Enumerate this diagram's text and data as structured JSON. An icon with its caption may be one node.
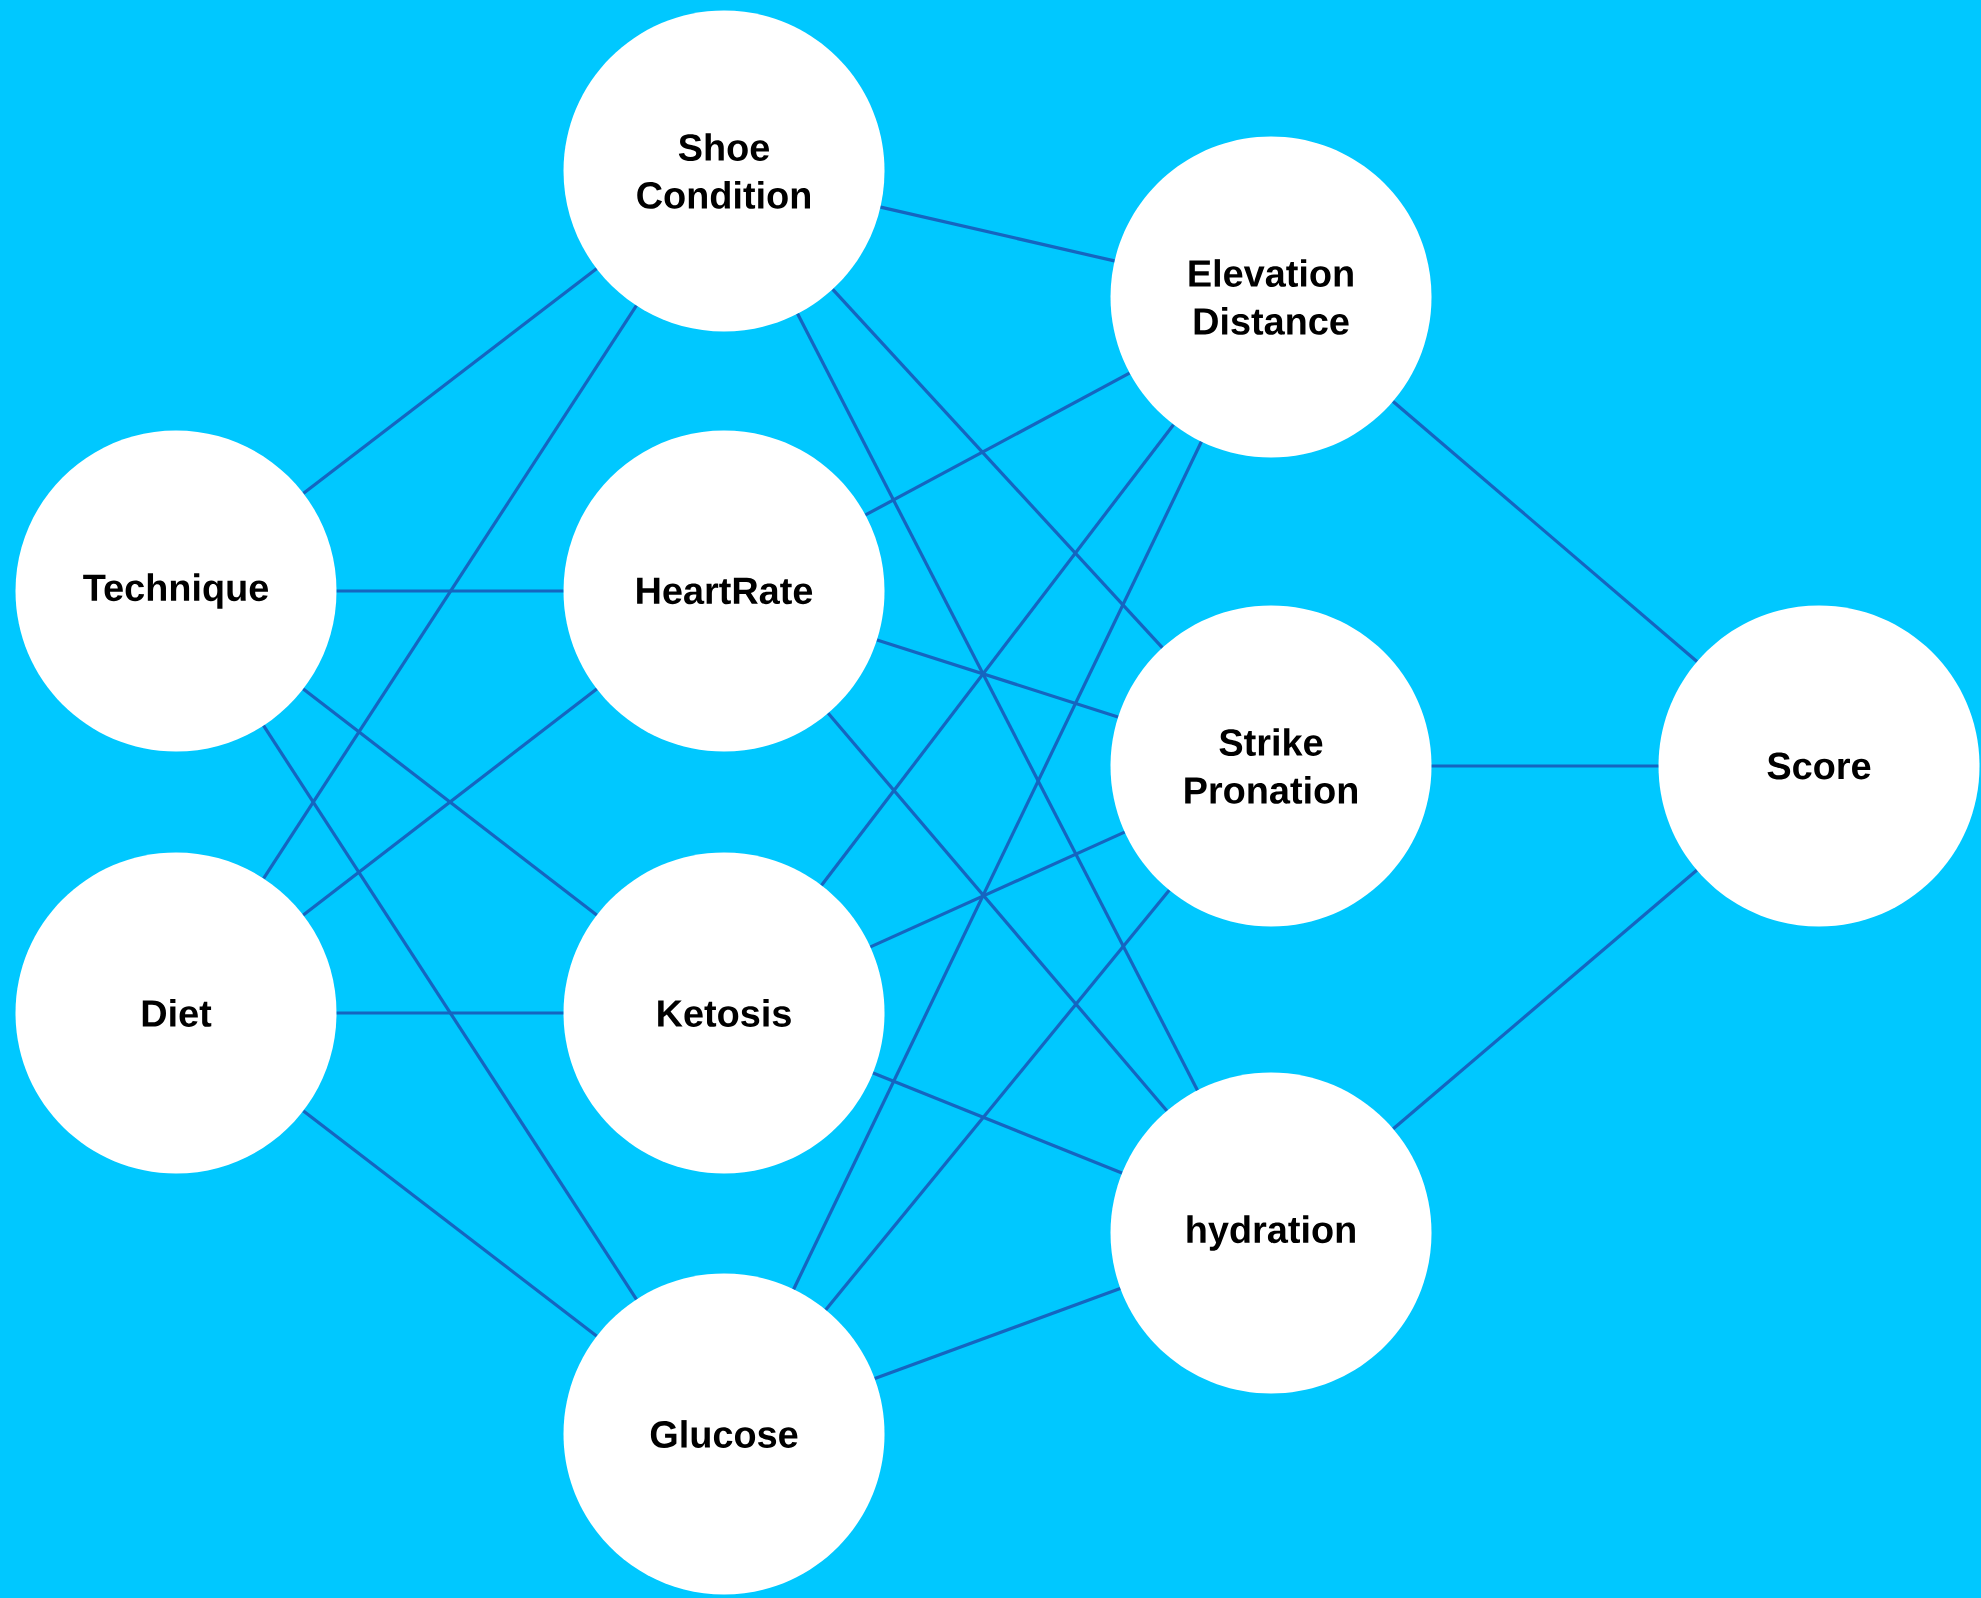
{
  "diagram": {
    "nodes": [
      {
        "text": [
          "Technique"
        ]
      },
      {
        "text": [
          "Diet"
        ]
      },
      {
        "text": [
          "Shoe Condition"
        ]
      },
      {
        "text": [
          "HeartRate"
        ]
      },
      {
        "text": [
          "Ketosis"
        ]
      },
      {
        "text": [
          "Glucose"
        ]
      },
      {
        "text": [
          "Elevation Distance"
        ]
      },
      {
        "text": [
          "Strike Pronation"
        ]
      },
      {
        "text": [
          "hydration"
        ]
      },
      {
        "text": [
          "Score"
        ]
      }
    ],
    "edges": [
      {
        "from": 0,
        "to": 2,
        "arrow": "none"
      },
      {
        "from": 0,
        "to": 3,
        "arrow": "none"
      },
      {
        "from": 0,
        "to": 4,
        "arrow": "none"
      },
      {
        "from": 0,
        "to": 5,
        "arrow": "none"
      },
      {
        "from": 1,
        "to": 2,
        "arrow": "none"
      },
      {
        "from": 1,
        "to": 3,
        "arrow": "none"
      },
      {
        "from": 1,
        "to": 4,
        "arrow": "none"
      },
      {
        "from": 1,
        "to": 5,
        "arrow": "none"
      },
      {
        "from": 2,
        "to": 6,
        "arrow": "none"
      },
      {
        "from": 2,
        "to": 7,
        "arrow": "none"
      },
      {
        "from": 2,
        "to": 8,
        "arrow": "none"
      },
      {
        "from": 3,
        "to": 6,
        "arrow": "none"
      },
      {
        "from": 3,
        "to": 7,
        "arrow": "none"
      },
      {
        "from": 3,
        "to": 8,
        "arrow": "none"
      },
      {
        "from": 4,
        "to": 6,
        "arrow": "none"
      },
      {
        "from": 4,
        "to": 7,
        "arrow": "none"
      },
      {
        "from": 4,
        "to": 8,
        "arrow": "none"
      },
      {
        "from": 5,
        "to": 6,
        "arrow": "none"
      },
      {
        "from": 5,
        "to": 7,
        "arrow": "none"
      },
      {
        "from": 5,
        "to": 8,
        "arrow": "none"
      },
      {
        "from": 6,
        "to": 9,
        "arrow": "none"
      },
      {
        "from": 7,
        "to": 9,
        "arrow": "none"
      },
      {
        "from": 8,
        "to": 9,
        "arrow": "none"
      }
    ]
  }
}
